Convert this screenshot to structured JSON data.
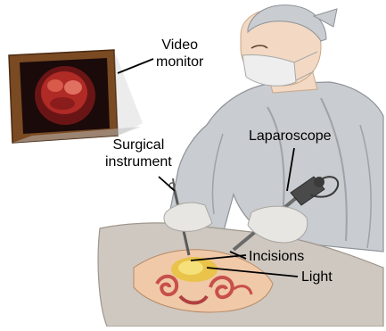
{
  "labels": {
    "video_monitor": [
      "Video",
      "monitor"
    ],
    "surgical_instrument": [
      "Surgical",
      "instrument"
    ],
    "laparoscope": "Laparoscope",
    "incisions": "Incisions",
    "light": "Light"
  },
  "colors": {
    "gown": "#c9ccd0",
    "gown_shadow": "#9ea3a8",
    "skin": "#f3d9c3",
    "glove": "#e8e6e2",
    "drape": "#cfc8c0",
    "monitor_frame": "#7a4a22",
    "monitor_screen": "#1a0a0a",
    "organ": "#d85a4a",
    "light_glow": "#e8c23a",
    "leader_line": "#000000"
  }
}
